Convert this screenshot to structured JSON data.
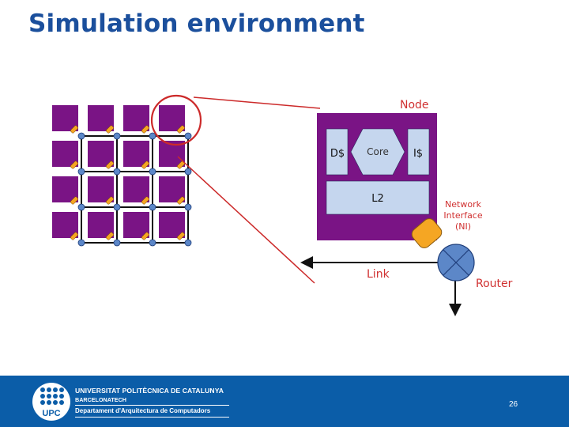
{
  "slide": {
    "title": "Simulation environment"
  },
  "diagram": {
    "labels": {
      "node": "Node",
      "dcache": "D$",
      "core": "Core",
      "icache": "I$",
      "l2": "L2",
      "ni_line1": "Network",
      "ni_line2": "Interface",
      "ni_line3": "(NI)",
      "link": "Link",
      "router": "Router"
    },
    "mesh": {
      "rows": 4,
      "cols": 4
    },
    "colors": {
      "node_purple": "#7a1485",
      "cache_blue": "#c5d6ee",
      "ni_orange": "#f5a623",
      "router_blue": "#5c87c8",
      "callout_red": "#cc2a2a",
      "label_red": "#d03030"
    }
  },
  "footer": {
    "logo_text": "UPC",
    "university": "UNIVERSITAT POLITÈCNICA DE CATALUNYA",
    "subtitle": "BARCELONATECH",
    "department": "Departament d'Arquitectura de Computadors",
    "page_number": "26"
  }
}
